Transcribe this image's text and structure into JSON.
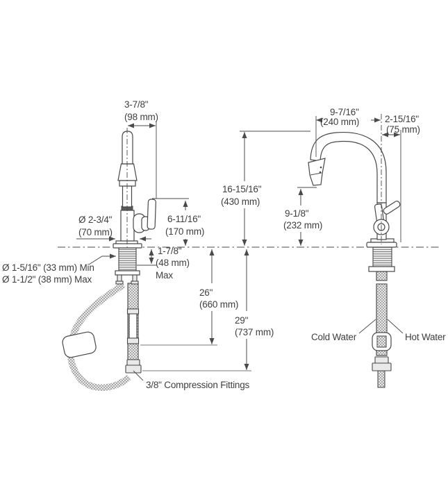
{
  "diagram": {
    "type": "faucet-installation-dimension-drawing",
    "views": [
      "side view with pull-down hose and weight",
      "front view gooseneck with supply line"
    ],
    "colors": {
      "background": "#ffffff",
      "line": "#4a4a4a",
      "text": "#3e3e3e",
      "reference_line": "#929292",
      "braid": "#9a9a9a"
    },
    "labels": {
      "spout_width_in": "3-7/8\"",
      "spout_width_mm": "(98 mm)",
      "spout_reach_in": "9-7/16\"",
      "spout_reach_mm": "(240 mm)",
      "handle_clearance_in": "2-15/16\"",
      "handle_clearance_mm": "(75 mm)",
      "escutcheon_in": "Ø 2-3/4\"",
      "escutcheon_mm": "(70 mm)",
      "handle_height_in": "6-11/16\"",
      "handle_height_mm": "(170 mm)",
      "overall_height_in": "16-15/16\"",
      "overall_height_mm": "(430 mm)",
      "spout_height_in": "9-1/8\"",
      "spout_height_mm": "(232 mm)",
      "deck_in": "1-7/8\"",
      "deck_mm": "(48 mm)",
      "deck_suffix": "Max",
      "hole_min": "Ø 1-5/16\" (33 mm) Min",
      "hole_max": "Ø 1-1/2\" (38 mm) Max",
      "supply26_in": "26\"",
      "supply26_mm": "(660 mm)",
      "supply29_in": "29\"",
      "supply29_mm": "(737 mm)",
      "fittings": "3/8\" Compression Fittings",
      "cold": "Cold Water",
      "hot": "Hot Water"
    }
  }
}
